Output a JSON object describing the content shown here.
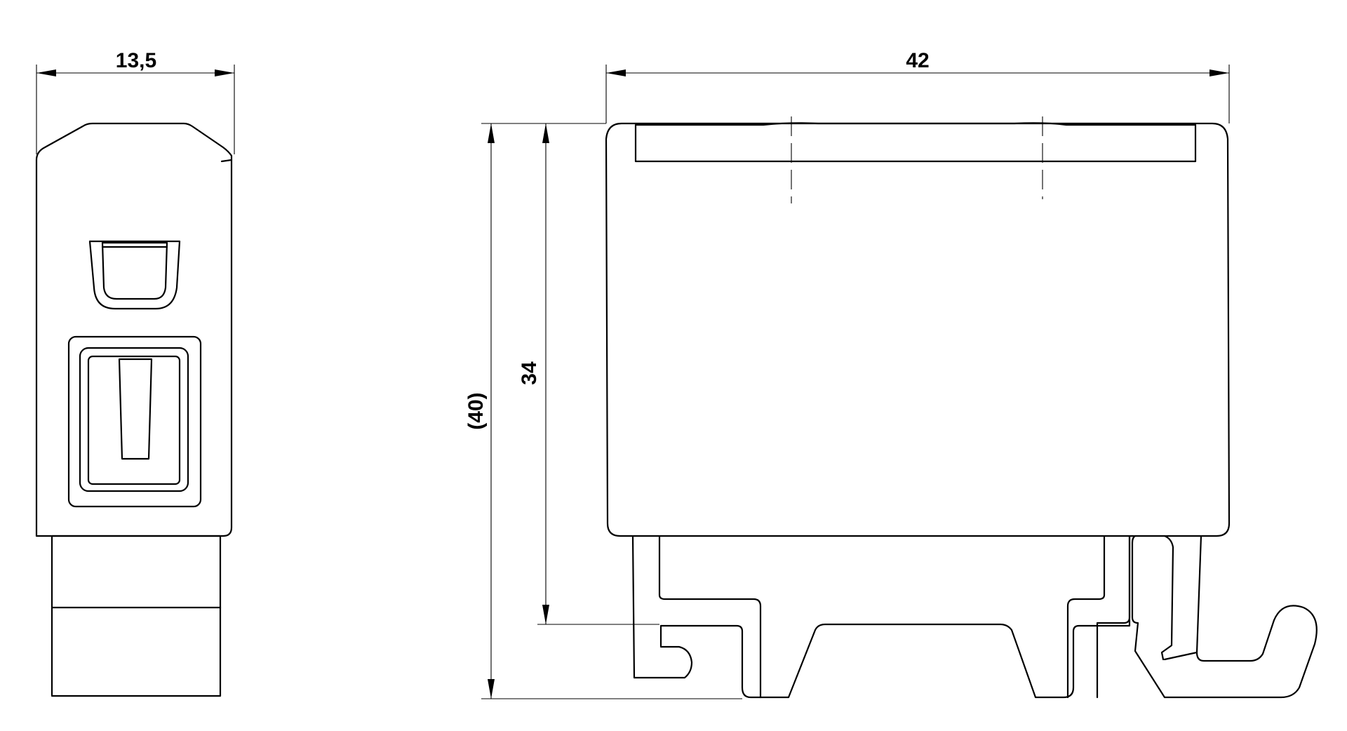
{
  "dimensions": {
    "side_width": "13,5",
    "front_width": "42",
    "height_total": "(40)",
    "height_body": "34"
  }
}
